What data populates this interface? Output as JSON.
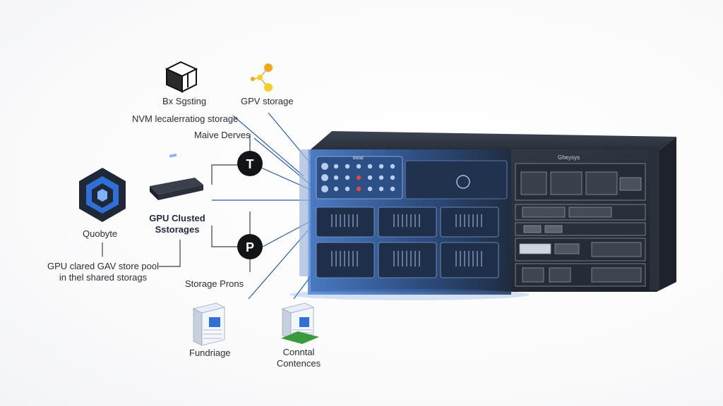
{
  "labels": {
    "box_sgsting": "Bx Sgsting",
    "gpv_storage": "GPV storage",
    "nvm_storage": "NVM lecalerratiog storage",
    "maive_derves": "Maive Derves",
    "quobyte": "Quobyte",
    "gpu_clusted_line1": "GPU Clusted",
    "gpu_clusted_line2": "Sstorages",
    "gpu_clared_line1": "GPU clared GAV store pool",
    "gpu_clared_line2": "in thel shared storags",
    "storage_prons": "Storage Prons",
    "fundriage": "Fundriage",
    "conntal_line1": "Conntal",
    "conntal_line2": "Contences",
    "server_badge": "Gheysys",
    "panel_tag": "bltdat"
  },
  "badges": {
    "badge_t": "T",
    "badge_p": "P"
  },
  "icons": {
    "cube": "cube-icon",
    "network": "network-nodes-icon",
    "quobyte": "quobyte-logo-icon",
    "device": "storage-appliance-icon",
    "server_blue": "server-tower-blue-icon",
    "server_green": "server-tower-green-icon"
  },
  "colors": {
    "accent_blue": "#2f6fd6",
    "line_blue": "#2a5ea8",
    "line_gray": "#3b3f46",
    "orange": "#f2a81d",
    "yellow": "#f4cf2a",
    "green": "#3a9b3c",
    "dark_chassis": "#2e3642"
  }
}
